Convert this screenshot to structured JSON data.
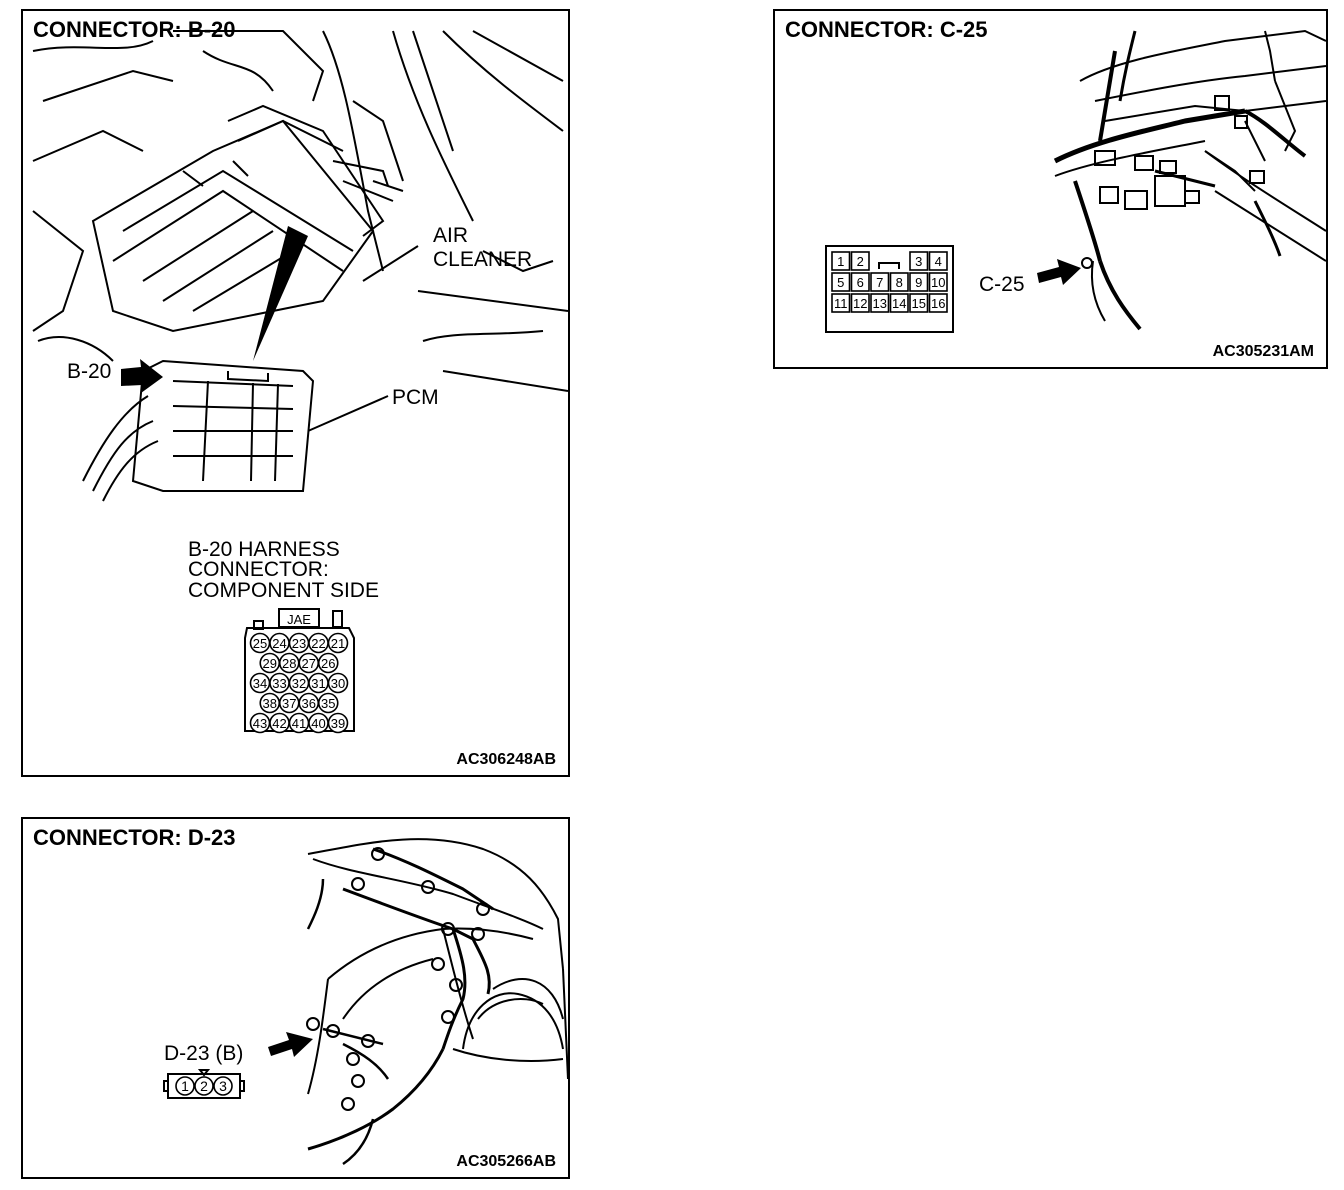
{
  "b20": {
    "title": "CONNECTOR: B-20",
    "code": "AC306248AB",
    "callout_connector": "B-20",
    "callout_air_1": "AIR",
    "callout_air_2": "CLEANER",
    "callout_pcm": "PCM",
    "view_line1": "B-20 HARNESS",
    "view_line2": "CONNECTOR:",
    "view_line3": "COMPONENT SIDE",
    "key_label": "JAE",
    "pin_rows": [
      [
        "25",
        "24",
        "23",
        "22",
        "21"
      ],
      [
        "29",
        "28",
        "27",
        "26"
      ],
      [
        "34",
        "33",
        "32",
        "31",
        "30"
      ],
      [
        "38",
        "37",
        "36",
        "35"
      ],
      [
        "43",
        "42",
        "41",
        "40",
        "39"
      ]
    ]
  },
  "c25": {
    "title": "CONNECTOR: C-25",
    "code": "AC305231AM",
    "callout": "C-25",
    "pin_rows": [
      [
        "1",
        "2",
        "",
        "",
        "3",
        "4"
      ],
      [
        "5",
        "6",
        "7",
        "8",
        "9",
        "10"
      ],
      [
        "11",
        "12",
        "13",
        "14",
        "15",
        "16"
      ]
    ]
  },
  "d23": {
    "title": "CONNECTOR: D-23",
    "code": "AC305266AB",
    "callout": "D-23 (B)",
    "pins": [
      "1",
      "2",
      "3"
    ]
  }
}
